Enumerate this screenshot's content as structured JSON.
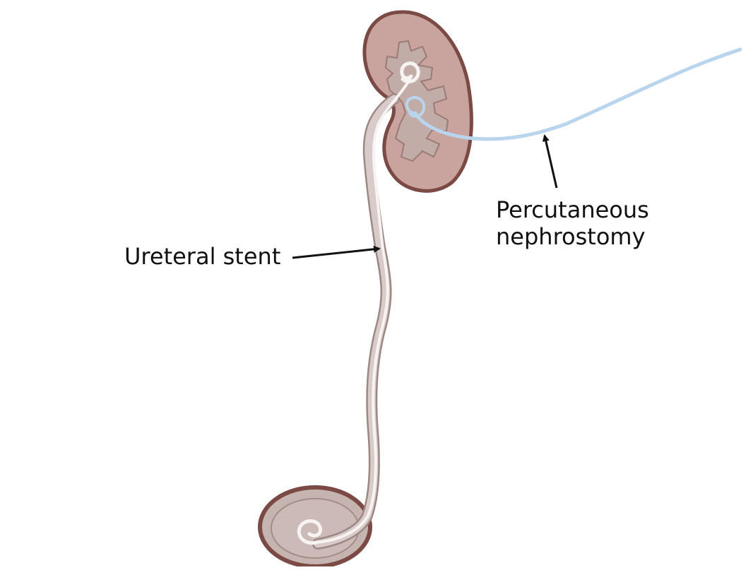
{
  "labels": {
    "ureteral_stent": "Ureteral stent",
    "nephrostomy_line1": "Percutaneous",
    "nephrostomy_line2": "nephrostomy"
  },
  "colors": {
    "organ_fill": "#c9a39e",
    "organ_outline": "#7b4a44",
    "pelvis_fill": "#c2aca8",
    "pelvis_outline": "#9b7b76",
    "bladder_fill": "#c6b4b1",
    "stent_body": "#d8cbc9",
    "stent_outline": "#9e8884",
    "stent_core": "#f7f3f2",
    "nephrostomy_tube": "#b9d5ee",
    "arrow": "#111111"
  }
}
